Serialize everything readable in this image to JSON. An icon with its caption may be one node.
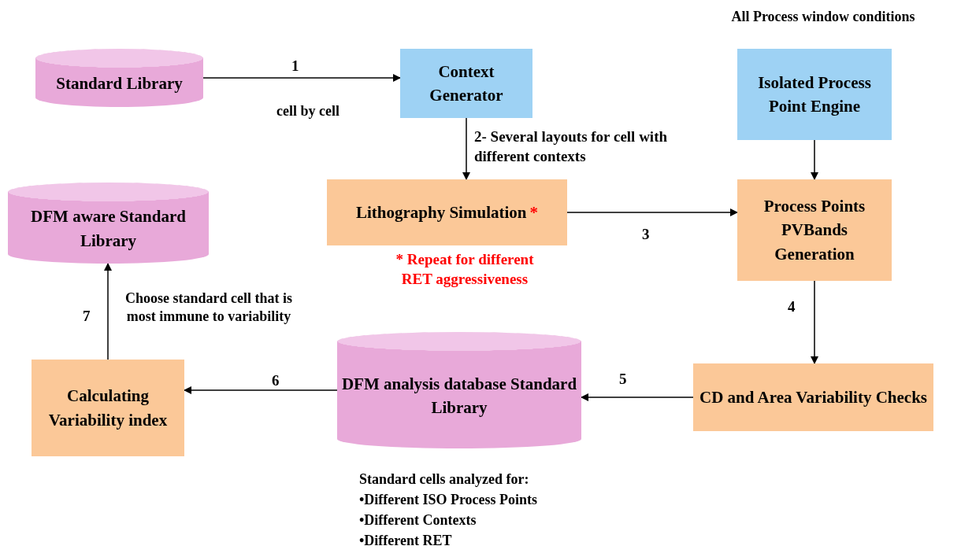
{
  "diagram": {
    "nodes": [
      {
        "text": [
          "Standard Library"
        ]
      },
      {
        "text": [
          "Context Generator"
        ]
      },
      {
        "text": [
          "Isolated Process Point Engine"
        ]
      },
      {
        "text": [
          "DFM aware Standard Library"
        ]
      },
      {
        "text": [
          "Lithography Simulation",
          "*"
        ],
        "beside": [
          "* Repeat for different RET aggressiveness"
        ]
      },
      {
        "text": [
          "Process Points PVBands Generation"
        ]
      },
      {
        "text": [
          "CD and Area Variability Checks"
        ]
      },
      {
        "text": [
          "DFM analysis database Standard Library"
        ]
      },
      {
        "text": [
          "Calculating Variability index"
        ]
      }
    ],
    "edges": [
      {
        "from": 0,
        "to": 1,
        "arrow": "to",
        "label": "1"
      },
      {
        "from": 1,
        "to": 4,
        "arrow": "to",
        "label": "2- Several layouts for cell with different contexts"
      },
      {
        "from": 4,
        "to": 5,
        "arrow": "to",
        "label": "3"
      },
      {
        "from": 2,
        "to": 5,
        "arrow": "to"
      },
      {
        "from": 5,
        "to": 6,
        "arrow": "to",
        "label": "4"
      },
      {
        "from": 6,
        "to": 7,
        "arrow": "to",
        "label": "5"
      },
      {
        "from": 7,
        "to": 8,
        "arrow": "to",
        "label": "6"
      },
      {
        "from": 8,
        "to": 3,
        "arrow": "to",
        "label": "7"
      }
    ],
    "labels": [
      "All Process window conditions",
      "cell by cell",
      "Choose standard cell that is most immune to variability",
      "Standard cells analyzed for:",
      "•Different ISO Process Points",
      "•Different Contexts",
      "•Different RET"
    ]
  }
}
